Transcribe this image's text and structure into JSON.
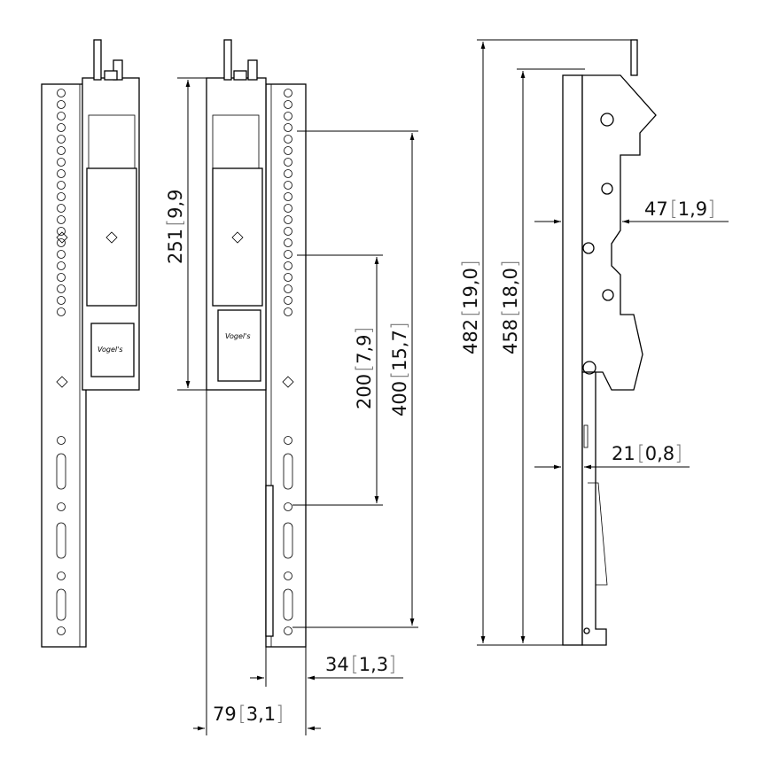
{
  "dimensions": {
    "d251": {
      "value": "251",
      "inch": "9,9"
    },
    "d200": {
      "value": "200",
      "inch": "7,9"
    },
    "d400": {
      "value": "400",
      "inch": "15,7"
    },
    "d482": {
      "value": "482",
      "inch": "19,0"
    },
    "d458": {
      "value": "458",
      "inch": "18,0"
    },
    "d47": {
      "value": "47",
      "inch": "1,9"
    },
    "d21": {
      "value": "21",
      "inch": "0,8"
    },
    "d34": {
      "value": "34",
      "inch": "1,3"
    },
    "d79": {
      "value": "79",
      "inch": "3,1"
    }
  },
  "logo_text": "Vogel's"
}
